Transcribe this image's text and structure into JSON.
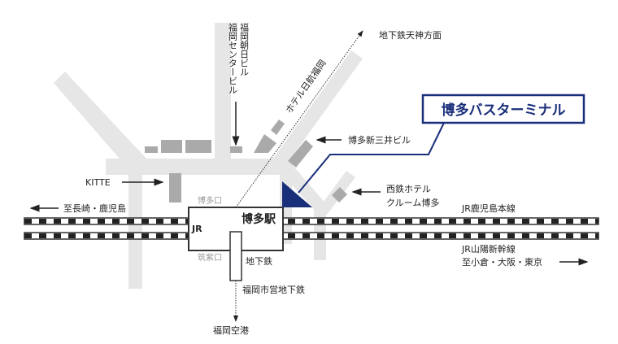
{
  "title": "博多バスターミナル",
  "station": {
    "name": "博多駅",
    "jr": "JR",
    "hakata_exit": "博多口",
    "chikushi_exit": "筑紫口",
    "subway": "地下鉄"
  },
  "labels": {
    "asahi_building": "福岡朝日ビル",
    "center_building": "福岡センタービル",
    "subway_tenjin": "地下鉄天神方面",
    "hotel_nikko": "ホテル日航福岡",
    "mitsui_building": "博多新三井ビル",
    "kitte": "KITTE",
    "nishitetsu_hotel_1": "西鉄ホテル",
    "nishitetsu_hotel_2": "クルーム博多",
    "to_nagasaki": "至長崎・鹿児島",
    "jr_kagoshima": "JR鹿児島本線",
    "jr_sanyo": "JR山陽新幹線",
    "to_tokyo": "至小倉・大阪・東京",
    "city_subway": "福岡市営地下鉄",
    "airport": "福岡空港"
  },
  "colors": {
    "accent": "#1a2f7a",
    "road": "#e6e6e6",
    "building": "#aaaaaa"
  }
}
